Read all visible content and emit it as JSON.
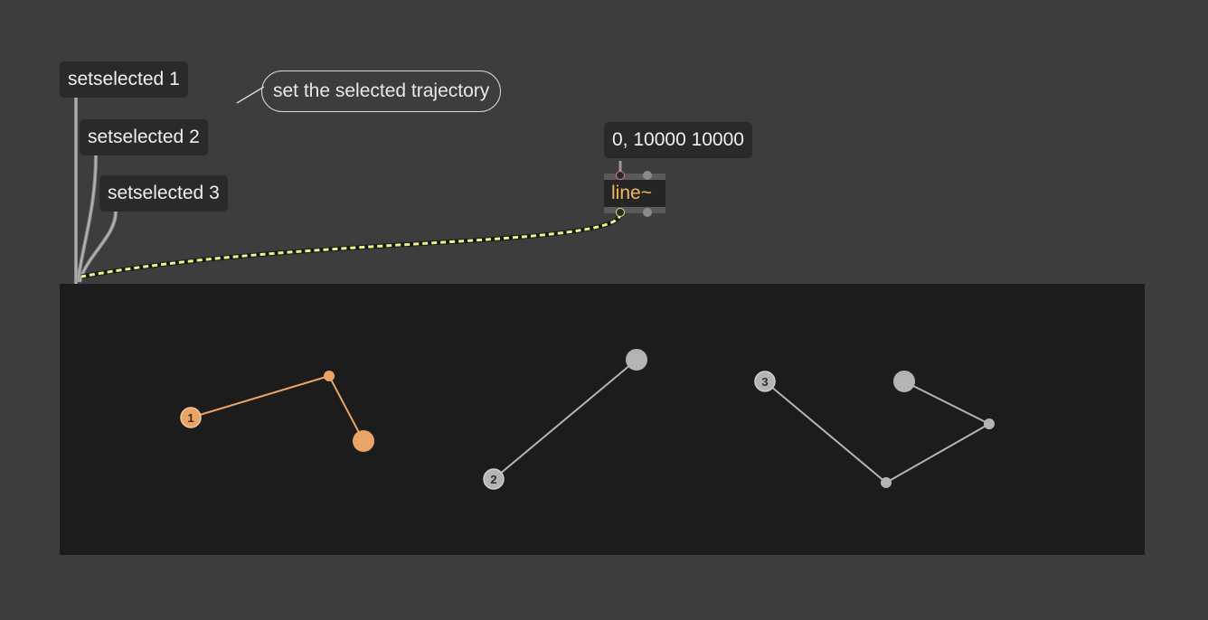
{
  "messages": {
    "setselected_1": "setselected 1",
    "setselected_2": "setselected 2",
    "setselected_3": "setselected 3",
    "ramp": "0, 10000 10000"
  },
  "comment": {
    "text": "set the selected trajectory"
  },
  "line_object": {
    "label": "line~"
  },
  "trajectories": {
    "selected": 1,
    "selected_color": "#e8a565",
    "inactive_color": "#b4b4b4",
    "items": [
      {
        "label": "1"
      },
      {
        "label": "2"
      },
      {
        "label": "3"
      }
    ]
  }
}
